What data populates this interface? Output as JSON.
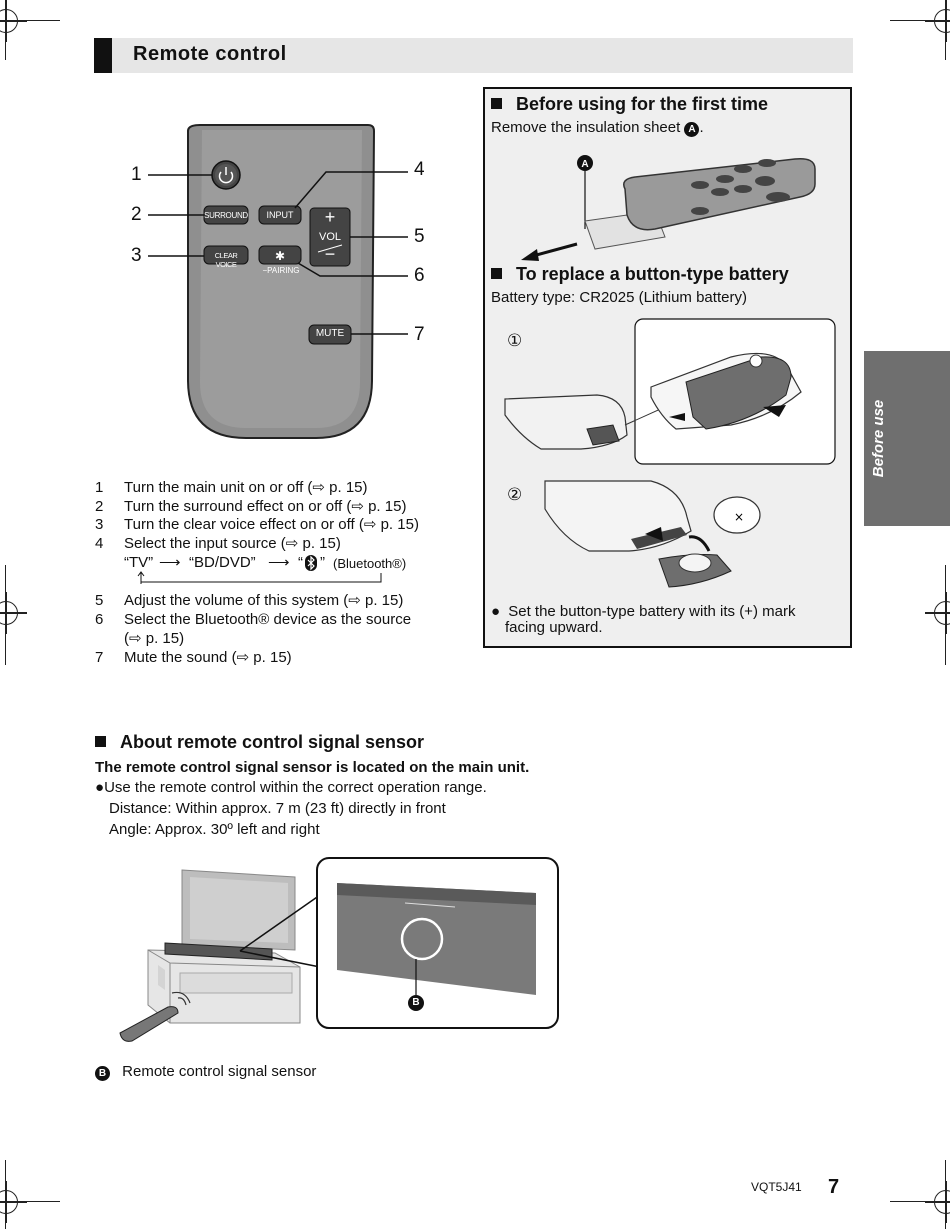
{
  "header": {
    "title": "Remote control"
  },
  "side_tab": {
    "label": "Before use"
  },
  "remote": {
    "buttons": {
      "surround": "SURROUND",
      "input": "INPUT",
      "clear_voice": "CLEAR VOICE",
      "vol": "VOL",
      "vol_plus": "+",
      "vol_minus": "−",
      "pairing": "−PAIRING",
      "mute": "MUTE"
    },
    "callouts": [
      "1",
      "2",
      "3",
      "4",
      "5",
      "6",
      "7"
    ]
  },
  "functions": [
    {
      "num": "1",
      "text": "Turn the main unit on or off (⇨ p. 15)"
    },
    {
      "num": "2",
      "text": "Turn the surround effect on or off (⇨ p. 15)"
    },
    {
      "num": "3",
      "text": "Turn the clear voice effect on or off (⇨ p. 15)"
    },
    {
      "num": "4",
      "text": "Select the input source (⇨ p. 15)"
    },
    {
      "num": "5",
      "text": "Adjust the volume of this system (⇨ p. 15)"
    },
    {
      "num": "6",
      "text": "Select the Bluetooth® device as the source"
    },
    {
      "num": "7",
      "text": "Mute the sound (⇨ p. 15)"
    }
  ],
  "function6_cont": "(⇨ p. 15)",
  "input_cycle": {
    "tv": "“TV”",
    "bd": "“BD/DVD”",
    "bt_open": "“",
    "bt_close": "”",
    "bt": "(Bluetooth®)"
  },
  "first_time": {
    "heading": "Before using for the first time",
    "text": "Remove the insulation sheet",
    "marker": "A"
  },
  "battery": {
    "heading": "To replace a button-type battery",
    "type": "Battery type: CR2025 (Lithium battery)",
    "step1": "①",
    "step2": "②",
    "note_line1": "Set the button-type battery with its (+) mark",
    "note_line2": "facing upward."
  },
  "sensor": {
    "heading": "About remote control signal sensor",
    "bold_line": "The remote control signal sensor is located on the main unit.",
    "bullet": "Use the remote control within the correct operation range.",
    "distance": "Distance: Within approx. 7 m (23 ft) directly in front",
    "angle": "Angle: Approx. 30º left and right",
    "marker": "B",
    "caption": "Remote control signal sensor"
  },
  "footer": {
    "code": "VQT5J41",
    "page": "7"
  }
}
